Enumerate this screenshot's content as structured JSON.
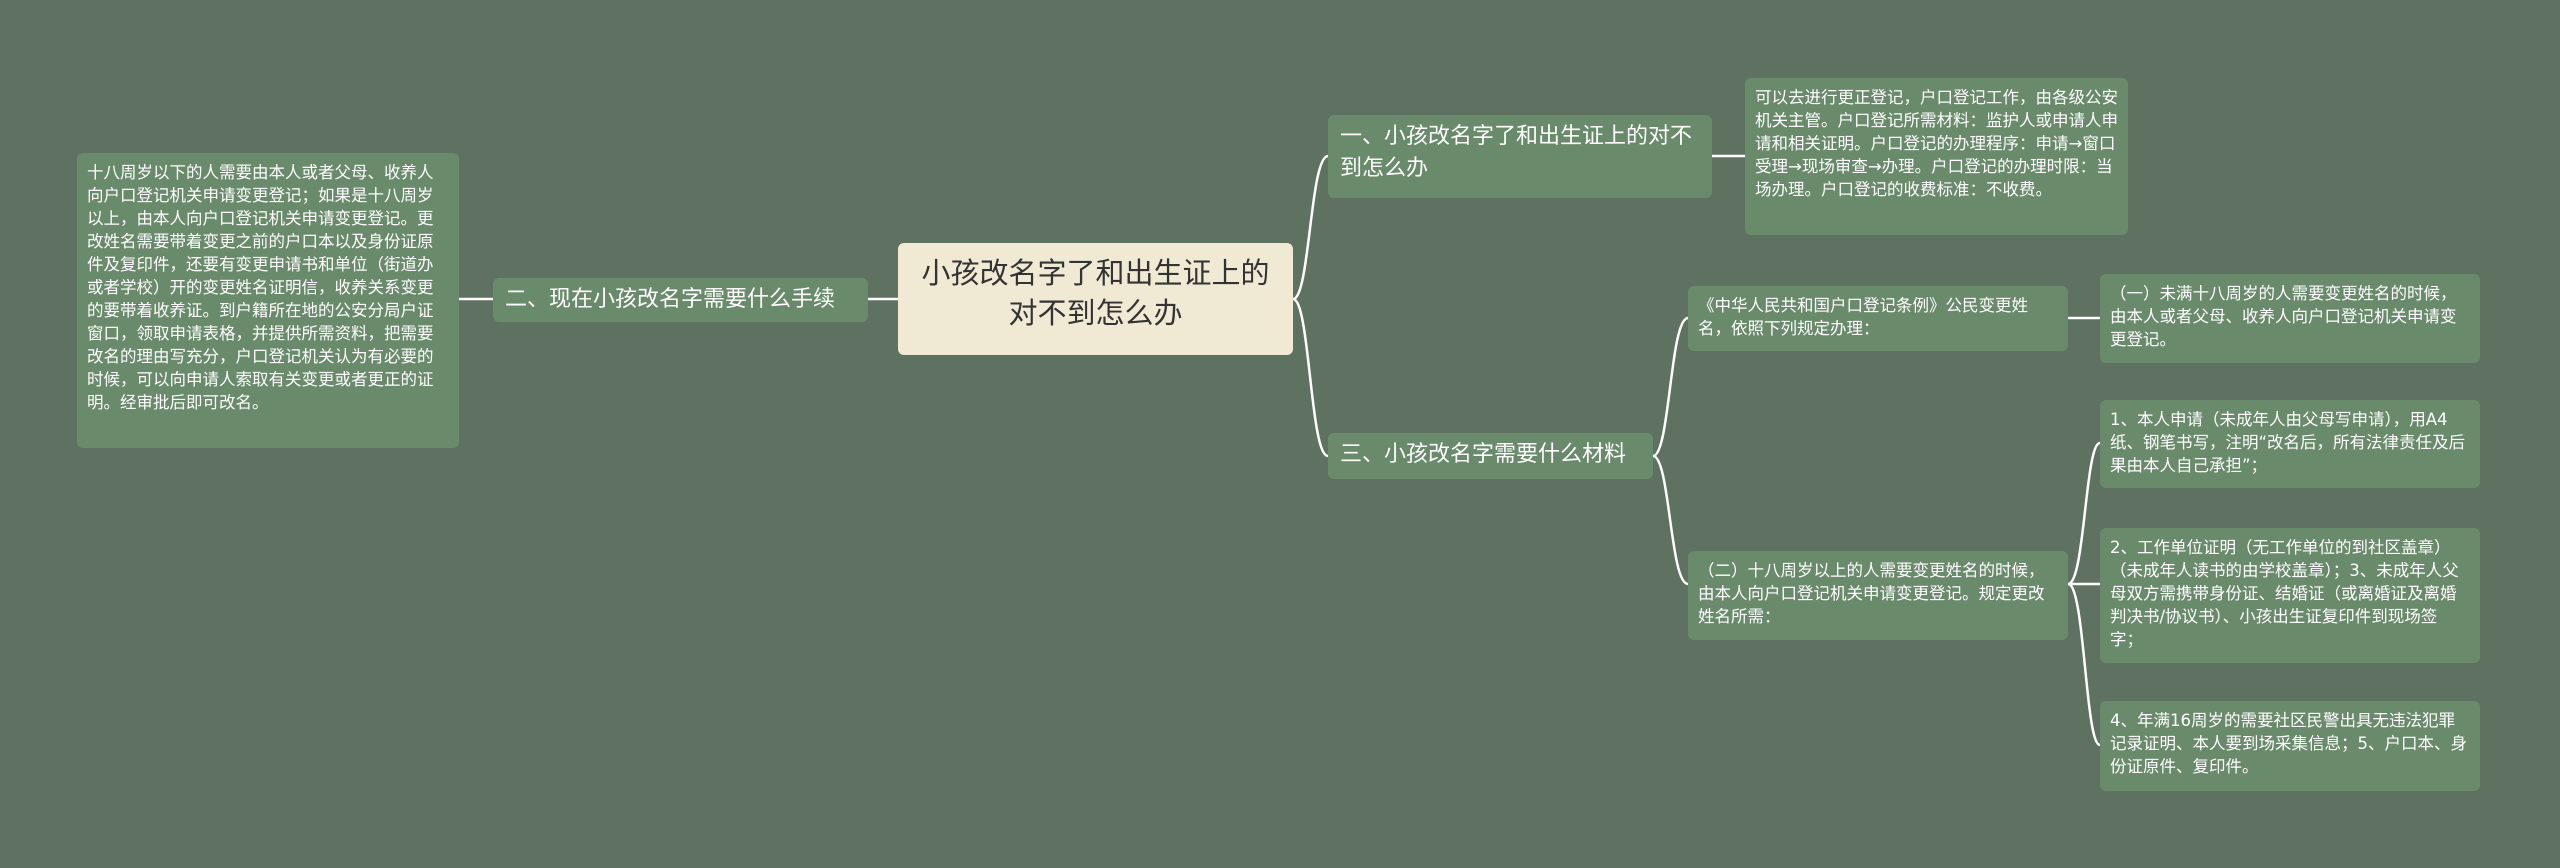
{
  "root": {
    "text": "小孩改名字了和出生证上的对不到怎么办"
  },
  "branches": {
    "left": {
      "label": "二、现在小孩改名字需要什么手续",
      "detail": "十八周岁以下的人需要由本人或者父母、收养人向户口登记机关申请变更登记；如果是十八周岁以上，由本人向户口登记机关申请变更登记。更改姓名需要带着变更之前的户口本以及身份证原件及复印件，还要有变更申请书和单位（街道办或者学校）开的变更姓名证明信，收养关系变更的要带着收养证。到户籍所在地的公安分局户证窗口，领取申请表格，并提供所需资料，把需要改名的理由写充分，户口登记机关认为有必要的时候，可以向申请人索取有关变更或者更正的证明。经审批后即可改名。"
    },
    "right1": {
      "label": "一、小孩改名字了和出生证上的对不到怎么办",
      "detail": "可以去进行更正登记，户口登记工作，由各级公安机关主管。户口登记所需材料：监护人或申请人申请和相关证明。户口登记的办理程序：申请→窗口受理→现场审查→办理。户口登记的办理时限：当场办理。户口登记的收费标准：不收费。"
    },
    "right2": {
      "label": "三、小孩改名字需要什么材料",
      "sub1": {
        "text": "《中华人民共和国户口登记条例》公民变更姓名，依照下列规定办理：",
        "child": "（一）未满十八周岁的人需要变更姓名的时候，由本人或者父母、收养人向户口登记机关申请变更登记。"
      },
      "sub2": {
        "text": "（二）十八周岁以上的人需要变更姓名的时候，由本人向户口登记机关申请变更登记。规定更改姓名所需：",
        "children": [
          "1、本人申请（未成年人由父母写申请），用A4纸、钢笔书写，注明“改名后，所有法律责任及后果由本人自己承担”；",
          "2、工作单位证明（无工作单位的到社区盖章）（未成年人读书的由学校盖章）；3、未成年人父母双方需携带身份证、结婚证（或离婚证及离婚判决书/协议书）、小孩出生证复印件到现场签字；",
          "4、年满16周岁的需要社区民警出具无违法犯罪记录证明、本人要到场采集信息；5、户口本、身份证原件、复印件。"
        ]
      }
    }
  }
}
